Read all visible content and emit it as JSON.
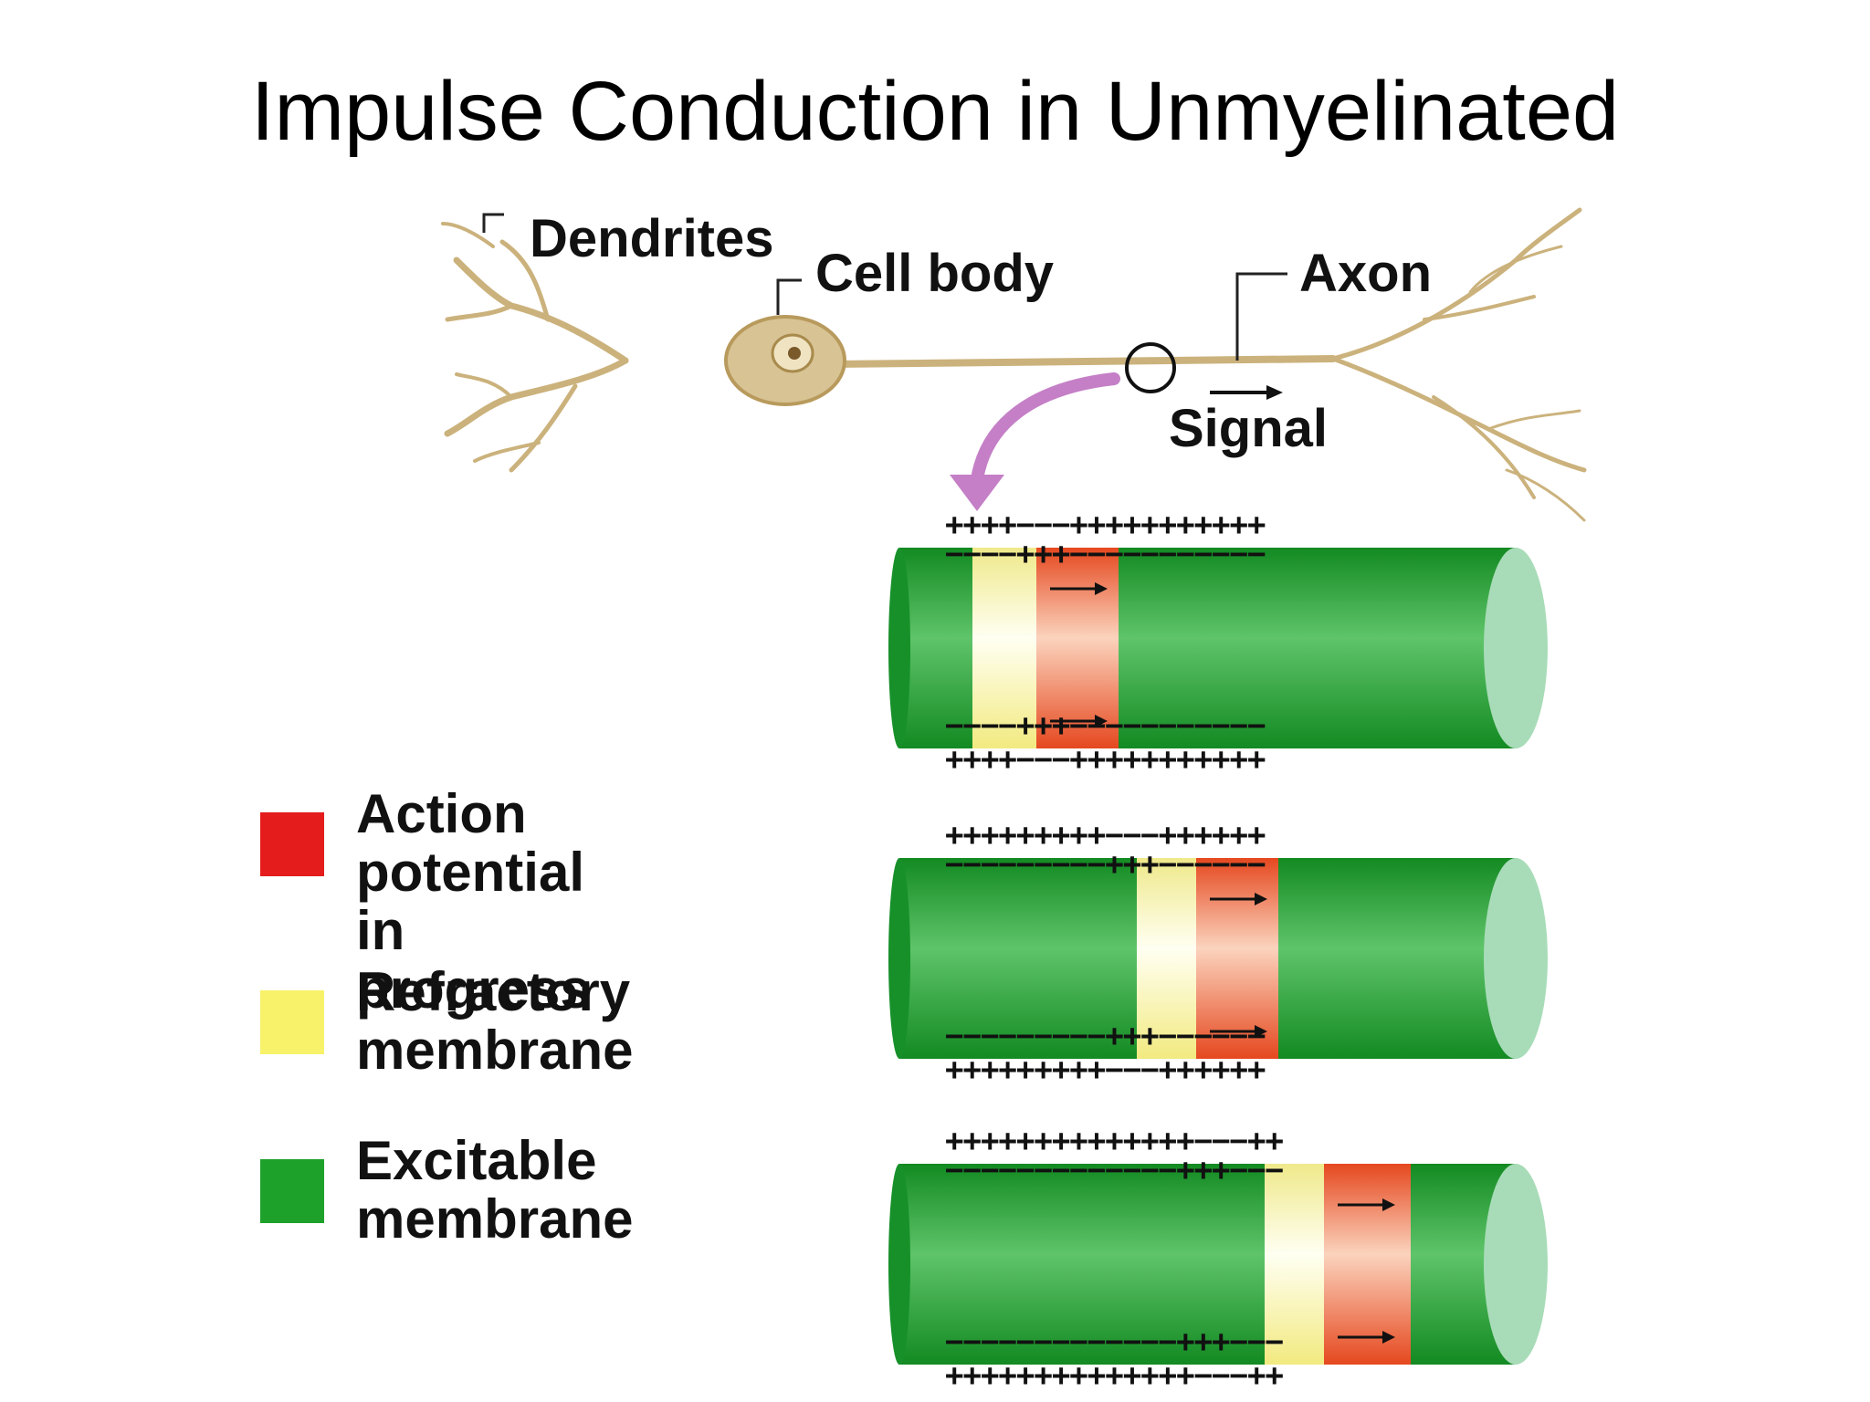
{
  "title": "Impulse Conduction in Unmyelinated",
  "neuron": {
    "labels": {
      "dendrites": "Dendrites",
      "cell_body": "Cell body",
      "axon": "Axon",
      "signal": "Signal"
    }
  },
  "colors": {
    "action_potential": "#e41c1c",
    "refractory": "#f8f26a",
    "excitable": "#1ea12b",
    "neuron": "#cbb27c",
    "pointer_arrow": "#c47fc6"
  },
  "legend": [
    {
      "line1": "Action potential",
      "line2": "in progress",
      "color": "#e41c1c"
    },
    {
      "line1": "Refractory",
      "line2": "membrane",
      "color": "#f8f26a"
    },
    {
      "line1": "Excitable",
      "line2": "membrane",
      "color": "#1ea12b"
    }
  ],
  "panels": [
    {
      "outside_top": "++++−−−+++++++++++",
      "inside_top": "−−−−+++−−−−−−−−−−−",
      "inside_bottom": "−−−−+++−−−−−−−−−−−",
      "outside_bottom": "++++−−−+++++++++++"
    },
    {
      "outside_top": "+++++++++−−−++++++",
      "inside_top": "−−−−−−−−−+++−−−−−−",
      "inside_bottom": "−−−−−−−−−+++−−−−−−",
      "outside_bottom": "+++++++++−−−++++++"
    },
    {
      "outside_top": "++++++++++++++−−−++",
      "inside_top": "−−−−−−−−−−−−−+++−−−",
      "inside_bottom": "−−−−−−−−−−−−−+++−−−",
      "outside_bottom": "++++++++++++++−−−++"
    }
  ]
}
